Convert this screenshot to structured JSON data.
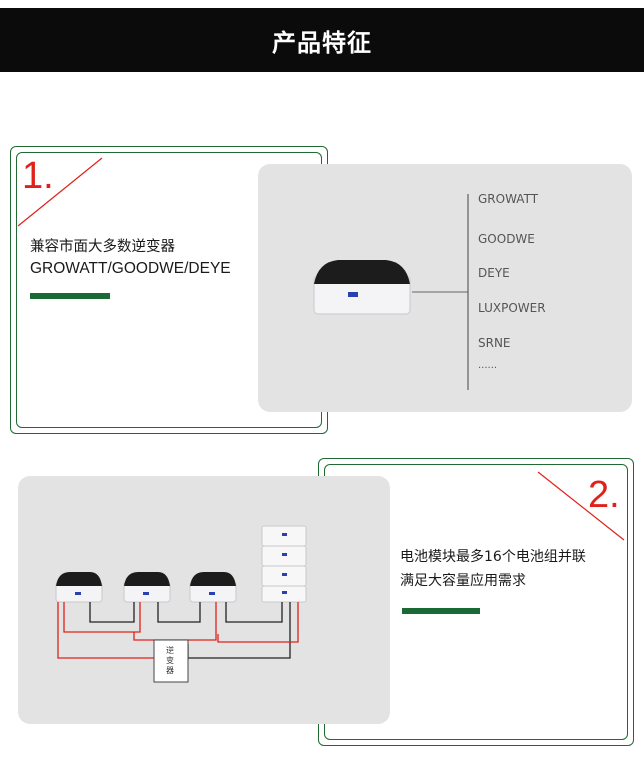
{
  "header": {
    "title": "产品特征"
  },
  "feature1": {
    "number": "1.",
    "line1": "兼容市面大多数逆变器",
    "line2": "GROWATT/GOODWE/DEYE",
    "brands": [
      "GROWATT",
      "GOODWE",
      "DEYE",
      "LUXPOWER",
      "SRNE",
      "......"
    ]
  },
  "feature2": {
    "number": "2.",
    "line1": "电池模块最多16个电池组并联",
    "line2": "满足大容量应用需求",
    "inverter_label": "逆变器"
  },
  "colors": {
    "accent_red": "#e0211b",
    "brand_green": "#1b6a35",
    "header_bg": "#0b0b0b",
    "panel_bg": "#e3e3e3"
  }
}
